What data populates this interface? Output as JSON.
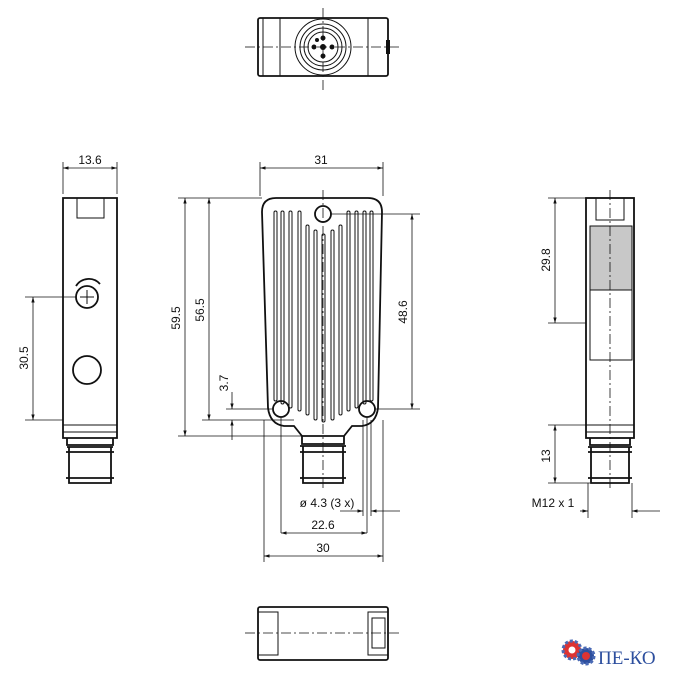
{
  "dimensions": {
    "width_side": "13.6",
    "adjuster_height": "30.5",
    "width_front": "31",
    "total_height": "59.5",
    "body_height": "56.5",
    "hole_spacing_vertical": "48.6",
    "hole_offset": "3.7",
    "hole_diameter": "ø 4.3 (3 x)",
    "hole_spacing_horizontal": "22.6",
    "base_width": "30",
    "window_height": "29.8",
    "connector_height": "13",
    "thread": "M12 x 1"
  },
  "logo": {
    "text": "ПЕ-КО",
    "color": "#2d4f9e"
  }
}
